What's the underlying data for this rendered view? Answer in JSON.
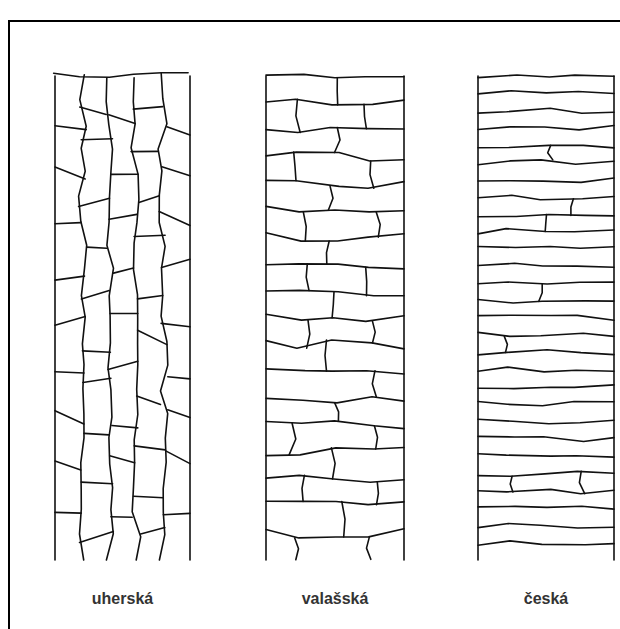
{
  "diagram": {
    "labels": [
      "uherská",
      "valašská",
      "česká"
    ]
  }
}
